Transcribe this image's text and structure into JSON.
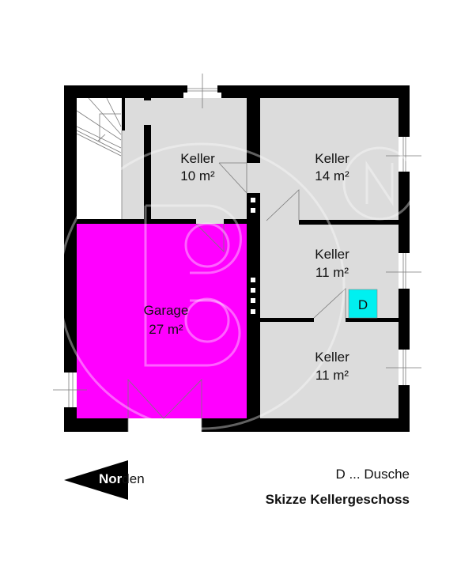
{
  "plan": {
    "rooms": [
      {
        "id": "keller-10",
        "name": "Keller",
        "area": "10 m²"
      },
      {
        "id": "keller-14",
        "name": "Keller",
        "area": "14 m²"
      },
      {
        "id": "keller-11-upper",
        "name": "Keller",
        "area": "11 m²"
      },
      {
        "id": "keller-11-lower",
        "name": "Keller",
        "area": "11 m²"
      }
    ],
    "garage": {
      "name": "Garage",
      "area": "27 m²"
    },
    "shower_symbol": "D"
  },
  "legend": {
    "shower": "D ... Dusche",
    "title": "Skizze Kellergeschoss"
  },
  "north": {
    "bold": "Nor",
    "rest": "den"
  },
  "colors": {
    "wall": "#000000",
    "room_fill": "#dcdcdc",
    "garage_fill": "#ff00ff",
    "shower_fill": "#00f0f0"
  }
}
